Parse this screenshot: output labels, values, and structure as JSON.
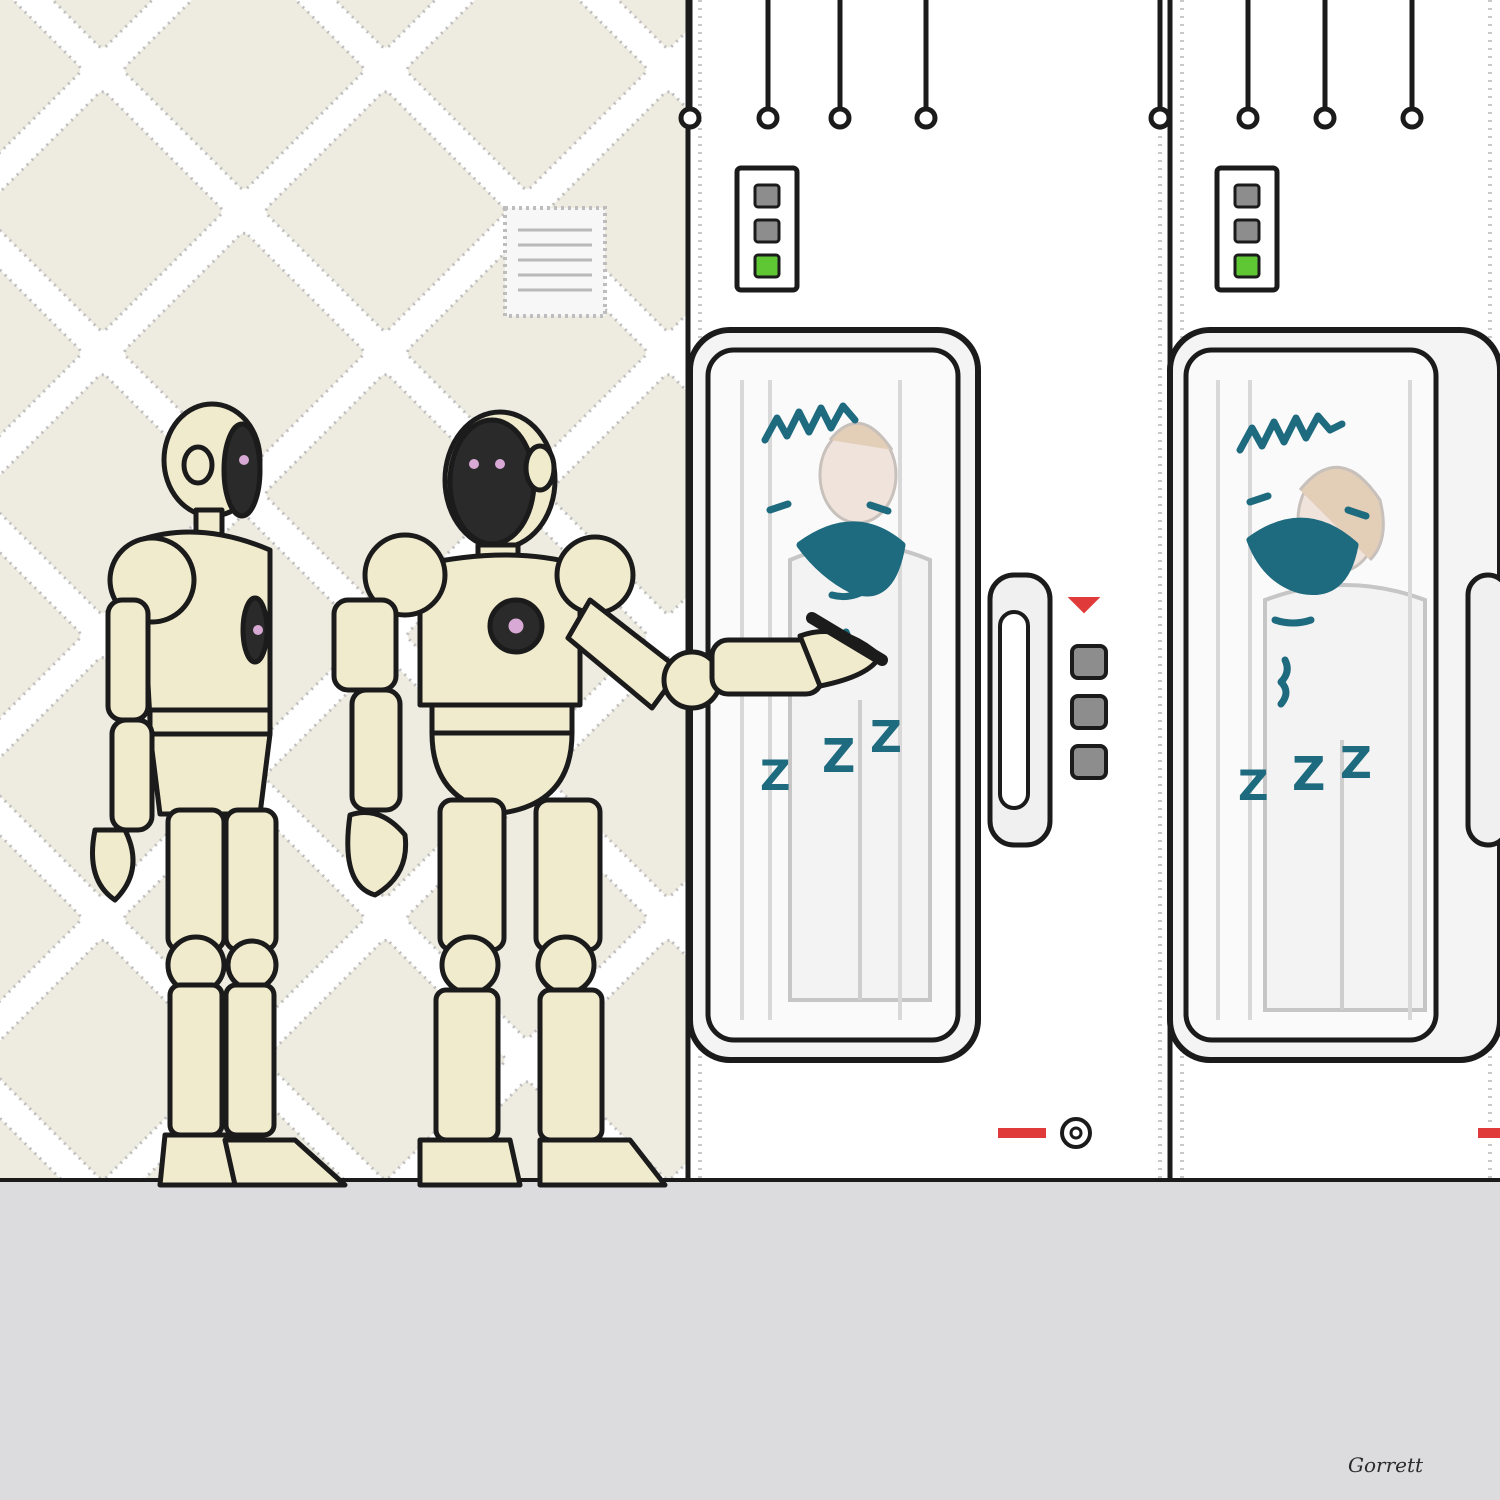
{
  "cartoon": {
    "signature": "Gorrett",
    "colors": {
      "wall_tile": "#eeebe0",
      "wall_grout": "#ffffff",
      "floor": "#dcdcde",
      "robot_body": "#f1ebcd",
      "robot_face": "#2a2a2a",
      "robot_accent": "#d7a9d4",
      "pod_wall": "#ffffff",
      "pod_glass": "#f2f2f2",
      "doodle_ink": "#1e6a7e",
      "indicator_green": "#5fc634",
      "indicator_red": "#e03a3a"
    },
    "doodle_text": [
      "Z",
      "Z",
      "Z"
    ]
  }
}
